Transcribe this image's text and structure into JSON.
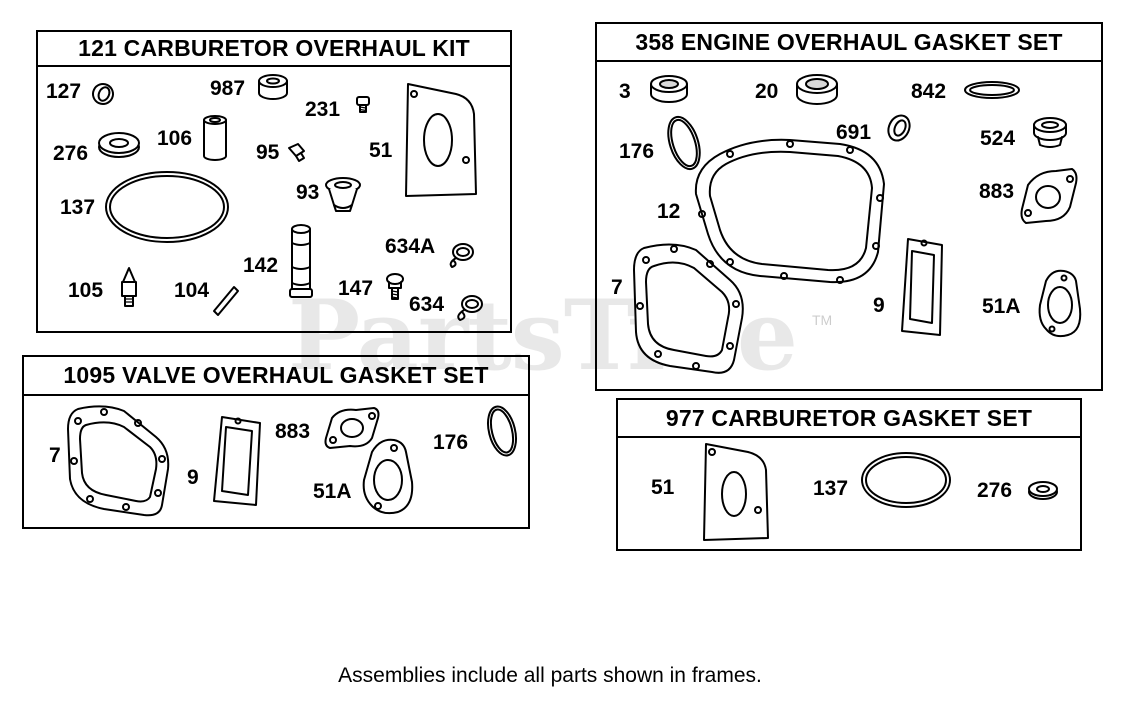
{
  "caption": "Assemblies include all parts shown in frames.",
  "watermark": "PartsTree",
  "watermark_tm": "TM",
  "kits": {
    "carb_kit": {
      "title": "121 CARBURETOR OVERHAUL KIT",
      "parts": [
        "127",
        "987",
        "231",
        "106",
        "95",
        "51",
        "276",
        "93",
        "137",
        "634A",
        "142",
        "105",
        "104",
        "147",
        "634"
      ]
    },
    "valve_set": {
      "title": "1095 VALVE OVERHAUL GASKET SET",
      "parts": [
        "7",
        "9",
        "883",
        "51A",
        "176"
      ]
    },
    "engine_set": {
      "title": "358 ENGINE OVERHAUL GASKET SET",
      "parts": [
        "3",
        "20",
        "842",
        "691",
        "524",
        "176",
        "12",
        "883",
        "7",
        "9",
        "51A"
      ]
    },
    "carb_gasket": {
      "title": "977 CARBURETOR GASKET SET",
      "parts": [
        "51",
        "137",
        "276"
      ]
    }
  }
}
